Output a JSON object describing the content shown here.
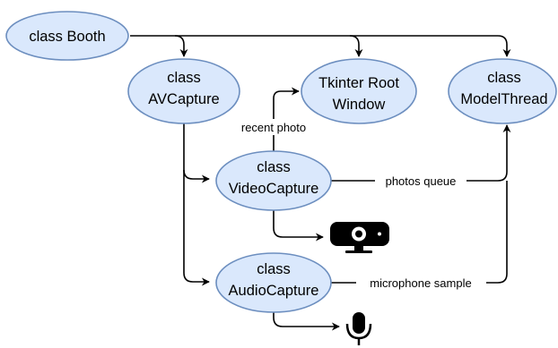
{
  "diagram": {
    "nodes": {
      "booth": {
        "lines": [
          "class Booth"
        ]
      },
      "avcapture": {
        "lines": [
          "class",
          "AVCapture"
        ]
      },
      "tkinter": {
        "lines": [
          "Tkinter Root",
          "Window"
        ]
      },
      "modelthread": {
        "lines": [
          "class",
          "ModelThread"
        ]
      },
      "videocapture": {
        "lines": [
          "class",
          "VideoCapture"
        ]
      },
      "audiocapture": {
        "lines": [
          "class",
          "AudioCapture"
        ]
      }
    },
    "edge_labels": {
      "recent_photo": "recent photo",
      "photos_queue": "photos queue",
      "microphone_sample": "microphone sample"
    },
    "icons": {
      "webcam": "webcam-icon",
      "microphone": "microphone-icon"
    },
    "colors": {
      "node_fill": "#dae8fc",
      "node_stroke": "#6c8ebf",
      "edge": "#000000"
    }
  }
}
